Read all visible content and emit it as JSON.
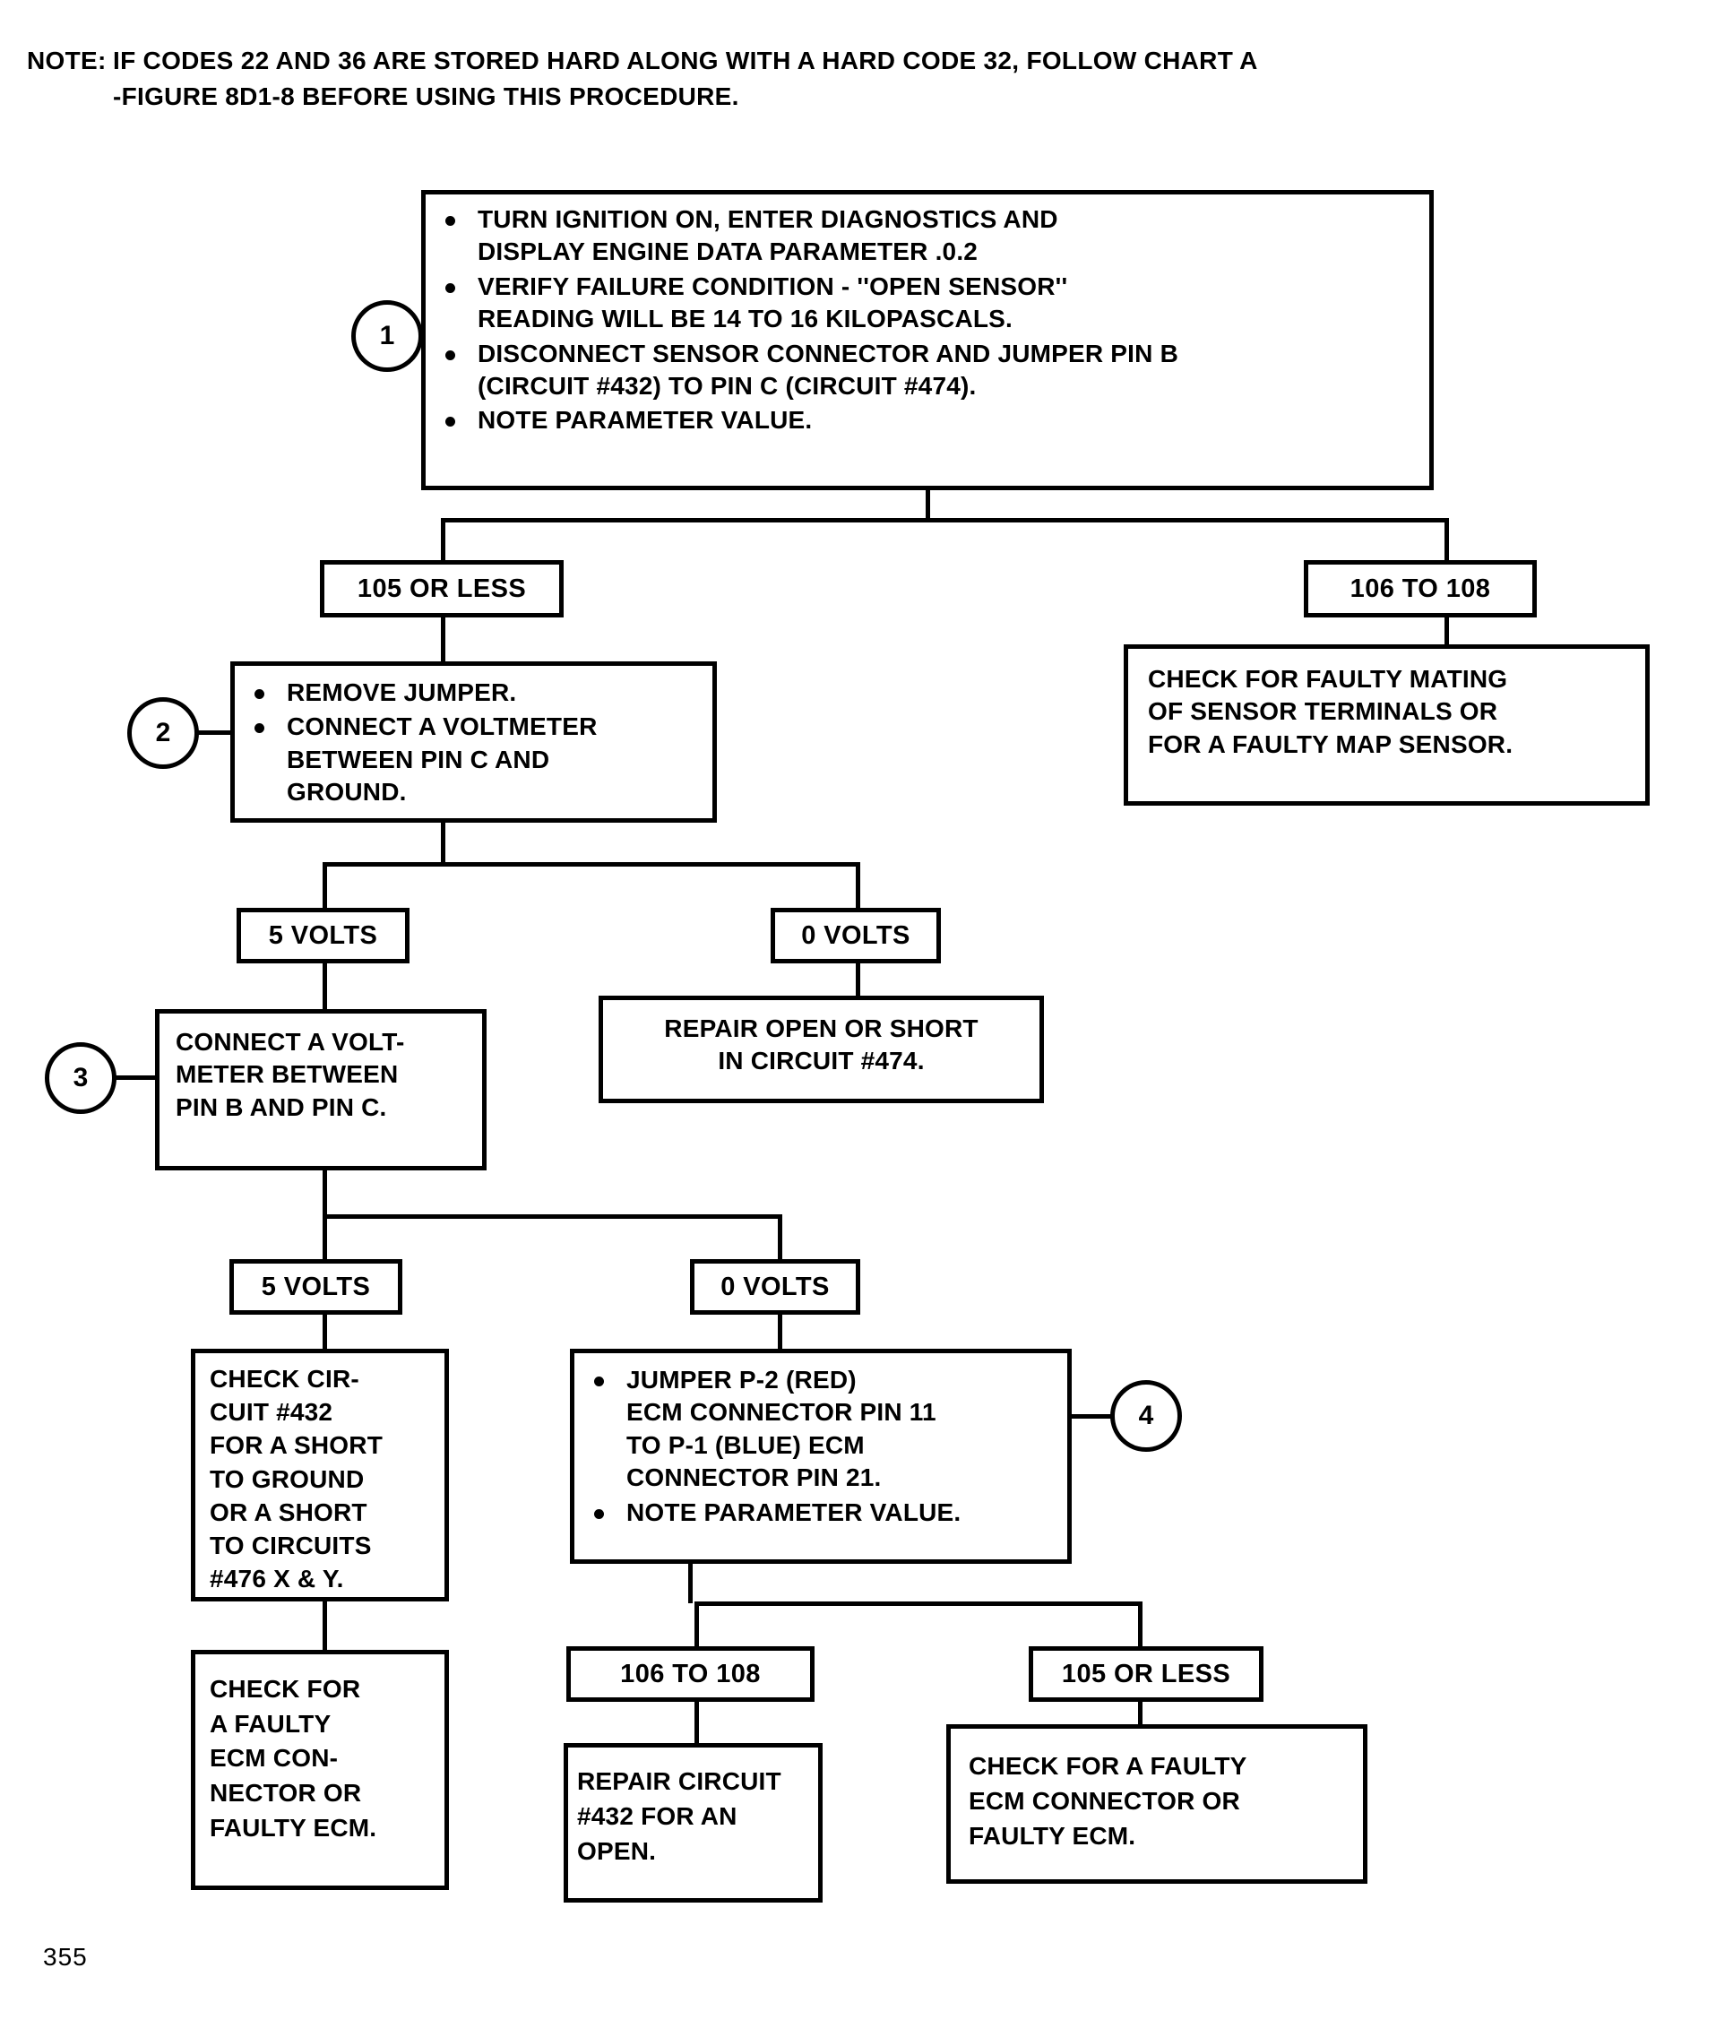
{
  "note": {
    "label": "NOTE:",
    "line1": "IF CODES 22 AND 36 ARE STORED HARD ALONG WITH A HARD CODE 32, FOLLOW CHART A",
    "line2": "-FIGURE 8D1-8 BEFORE USING THIS PROCEDURE."
  },
  "steps": {
    "one": "1",
    "two": "2",
    "three": "3",
    "four": "4"
  },
  "box1": {
    "b1_l1": "TURN IGNITION ON, ENTER DIAGNOSTICS AND",
    "b1_l2": "DISPLAY ENGINE DATA PARAMETER .0.2",
    "b2_l1": "VERIFY FAILURE CONDITION - ''OPEN SENSOR''",
    "b2_l2": "READING WILL BE 14 TO 16 KILOPASCALS.",
    "b3_l1": "DISCONNECT SENSOR CONNECTOR AND JUMPER PIN B",
    "b3_l2": "(CIRCUIT #432) TO PIN C (CIRCUIT #474).",
    "b4_l1": "NOTE PARAMETER VALUE."
  },
  "chip_105_or_less_a": "105 OR LESS",
  "chip_106_to_108_a": "106 TO 108",
  "box_faulty_mating": {
    "l1": "CHECK FOR FAULTY MATING",
    "l2": "OF SENSOR TERMINALS OR",
    "l3": "FOR A FAULTY MAP SENSOR."
  },
  "box2": {
    "b1_l1": "REMOVE JUMPER.",
    "b2_l1": "CONNECT A VOLTMETER",
    "b2_l2": "BETWEEN PIN C AND",
    "b2_l3": "GROUND."
  },
  "chip_5_volts_a": "5 VOLTS",
  "chip_0_volts_a": "0 VOLTS",
  "box_repair_474": {
    "l1": "REPAIR OPEN OR SHORT",
    "l2": "IN CIRCUIT #474."
  },
  "box3": {
    "l1": "CONNECT A VOLT-",
    "l2": "METER BETWEEN",
    "l3": "PIN B AND PIN C."
  },
  "chip_5_volts_b": "5 VOLTS",
  "chip_0_volts_b": "0 VOLTS",
  "box_check_432": {
    "l1": "CHECK CIR-",
    "l2": "CUIT #432",
    "l3": "FOR A SHORT",
    "l4": "TO GROUND",
    "l5": "OR A SHORT",
    "l6": "TO CIRCUITS",
    "l7": "#476 X & Y."
  },
  "box_check_ecm_conn": {
    "l1": "CHECK FOR",
    "l2": "A FAULTY",
    "l3": "ECM CON-",
    "l4": "NECTOR OR",
    "l5": "FAULTY ECM."
  },
  "box4": {
    "b1_l1": "JUMPER P-2 (RED)",
    "b1_l2": "ECM CONNECTOR PIN 11",
    "b1_l3": "TO P-1 (BLUE) ECM",
    "b1_l4": "CONNECTOR PIN 21.",
    "b2_l1": "NOTE PARAMETER VALUE."
  },
  "chip_106_to_108_b": "106 TO 108",
  "chip_105_or_less_b": "105 OR LESS",
  "box_repair_432": {
    "l1": "REPAIR CIRCUIT",
    "l2": "#432 FOR AN",
    "l3": "OPEN."
  },
  "box_check_faulty_ecm": {
    "l1": "CHECK FOR A FAULTY",
    "l2": "ECM CONNECTOR OR",
    "l3": "FAULTY ECM."
  },
  "page_number": "355",
  "colors": {
    "ink": "#000000",
    "paper": "#ffffff"
  }
}
